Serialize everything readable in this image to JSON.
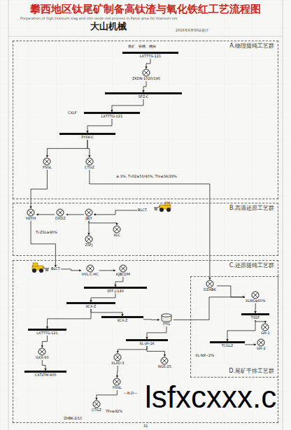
{
  "diagram": {
    "title": "攀西地区钛尾矿制备高钛渣与氧化铁红工艺流程图",
    "nodes": [
      {
        "text": [
          "A.物理提纯工艺群"
        ]
      },
      {
        "text": [
          "LXTTTG-121"
        ],
        "in": 0
      },
      {
        "text": [
          "ZKDN-1020/140"
        ],
        "in": 0
      },
      {
        "text": [
          "SFZ-C"
        ],
        "in": 0
      },
      {
        "text": [
          "LXTTTG-121"
        ],
        "in": 0
      },
      {
        "text": [
          "PYXK-C"
        ],
        "in": 0
      },
      {
        "text": [
          "PSGL"
        ],
        "in": 0
      },
      {
        "text": [
          "CTGZ"
        ],
        "in": 0
      },
      {
        "text": [
          "B.高温还原工艺群"
        ]
      },
      {
        "text": [
          "HDYH"
        ],
        "in": 8
      },
      {
        "text": [
          "DXDZ"
        ],
        "in": 8
      },
      {
        "text": [
          "JBJY"
        ],
        "in": 8
      },
      {
        "text": [
          "BLCT"
        ],
        "in": 8
      },
      {
        "text": [
          "XLC"
        ],
        "in": 8
      },
      {
        "text": [
          "ZSFJ"
        ],
        "in": 8
      },
      {
        "text": [
          "C.还原提纯工艺群"
        ]
      },
      {
        "text": [
          "D.尾矿干排工艺群"
        ],
        "in": 15
      },
      {
        "text": [
          "BLCT"
        ],
        "in": 15
      },
      {
        "text": [
          "HYL-C-HC"
        ],
        "in": 15
      },
      {
        "text": [
          "KJBCDM"
        ],
        "in": 15
      },
      {
        "text": [
          "SFF-J-140"
        ],
        "in": 15
      },
      {
        "text": [
          "XCX-Z"
        ],
        "in": 15
      },
      {
        "text": [
          "XCX-Z"
        ],
        "in": 15
      },
      {
        "text": [
          "PYG"
        ],
        "in": 15
      },
      {
        "text": [
          "LXTTTG-121"
        ],
        "in": 15
      },
      {
        "text": [
          "GXX-60"
        ],
        "in": 15
      },
      {
        "text": [
          "CXTLTM-900"
        ],
        "in": 15
      },
      {
        "text": [
          "XL-JH-1K"
        ],
        "in": 15
      },
      {
        "text": [
          "XLXD-3"
        ],
        "in": 15
      },
      {
        "text": [
          "NGS-25"
        ],
        "in": 15
      },
      {
        "text": [
          "PSGL"
        ],
        "in": 15
      },
      {
        "text": [
          "CTGZ"
        ],
        "in": 15
      },
      {
        "text": [
          "DZHBK"
        ],
        "in": 16
      },
      {
        "text": [
          "XLNS≥60%"
        ],
        "in": 16
      },
      {
        "text": [
          "TSSF"
        ],
        "in": 16
      },
      {
        "text": [
          "GH-1"
        ],
        "in": 16
      },
      {
        "text": [
          "TCGLZ"
        ],
        "in": 16
      },
      {
        "text": [
          "GH-2"
        ],
        "in": 16
      }
    ],
    "edges": [
      {
        "from": 1,
        "to": 2,
        "arrow": "to"
      },
      {
        "from": 2,
        "to": 3,
        "arrow": "to"
      },
      {
        "from": 3,
        "to": 4,
        "arrow": "to"
      },
      {
        "from": 4,
        "to": 5,
        "arrow": "to"
      },
      {
        "from": 5,
        "to": 6,
        "arrow": "to"
      },
      {
        "from": 5,
        "to": 7,
        "arrow": "to"
      },
      {
        "from": 7,
        "to": 32,
        "arrow": "to"
      },
      {
        "from": 6,
        "to": 9,
        "arrow": "to"
      },
      {
        "from": 12,
        "to": 11,
        "arrow": "to"
      },
      {
        "from": 11,
        "to": 10,
        "arrow": "to"
      },
      {
        "from": 10,
        "to": 9,
        "arrow": "to"
      },
      {
        "from": 11,
        "to": 13,
        "arrow": "to"
      },
      {
        "from": 11,
        "to": 14,
        "arrow": "to"
      },
      {
        "from": 9,
        "to": 17,
        "arrow": "to"
      },
      {
        "from": 17,
        "to": 18,
        "arrow": "to"
      },
      {
        "from": 18,
        "to": 19,
        "arrow": "to"
      },
      {
        "from": 19,
        "to": 20,
        "arrow": "to"
      },
      {
        "from": 20,
        "to": 21,
        "arrow": "to"
      },
      {
        "from": 21,
        "to": 22,
        "arrow": "to"
      },
      {
        "from": 22,
        "to": 23,
        "arrow": "to"
      },
      {
        "from": 21,
        "to": 24,
        "arrow": "to"
      },
      {
        "from": 24,
        "to": 25,
        "arrow": "to"
      },
      {
        "from": 25,
        "to": 26,
        "arrow": "to"
      },
      {
        "from": 23,
        "to": 27,
        "arrow": "to"
      },
      {
        "from": 27,
        "to": 28,
        "arrow": "to"
      },
      {
        "from": 27,
        "to": 29,
        "arrow": "to"
      },
      {
        "from": 28,
        "to": 30,
        "arrow": "to"
      },
      {
        "from": 30,
        "to": 31,
        "arrow": "to"
      },
      {
        "from": 32,
        "to": 33,
        "arrow": "to"
      },
      {
        "from": 33,
        "to": 34,
        "arrow": "to"
      },
      {
        "from": 34,
        "to": 35,
        "arrow": "to"
      },
      {
        "from": 34,
        "to": 36,
        "arrow": "to"
      },
      {
        "from": 36,
        "to": 37,
        "arrow": "to"
      },
      {
        "from": 23,
        "to": 33,
        "arrow": "to"
      }
    ],
    "labels": [
      "Preparation of high titanium slag and iron oxide red process in Panxi area for titanium ore",
      "大山机械",
      "2016年6月30日设计",
      "尾矿、铁精、精抹",
      "CXLF",
      "≤.3%, T-i02≥50/40%, Tfe≤34/28%",
      "Ti-ZSL≥90%",
      "ZHBK-2/1C",
      "TFe≥92%",
      "XL-N8~2%",
      "—N.D—",
      "lsfxcxxx.c",
      "31"
    ]
  }
}
